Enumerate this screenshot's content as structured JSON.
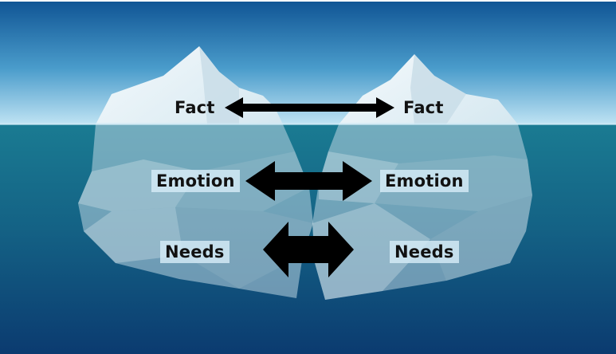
{
  "diagram": {
    "left_iceberg": {
      "levels": [
        "Fact",
        "Emotion",
        "Needs"
      ]
    },
    "right_iceberg": {
      "levels": [
        "Fact",
        "Emotion",
        "Needs"
      ]
    },
    "connections": [
      {
        "from": "Fact",
        "to": "Fact",
        "type": "double-arrow"
      },
      {
        "from": "Emotion",
        "to": "Emotion",
        "type": "double-arrow"
      },
      {
        "from": "Needs",
        "to": "Needs",
        "type": "double-arrow"
      }
    ]
  },
  "colors": {
    "sky_top": "#0d4f8a",
    "sky_bottom": "#b7dff1",
    "water_top": "#17768f",
    "water_bottom": "#0c3f74",
    "arrow": "#000000",
    "ice": "#eef6fa"
  }
}
